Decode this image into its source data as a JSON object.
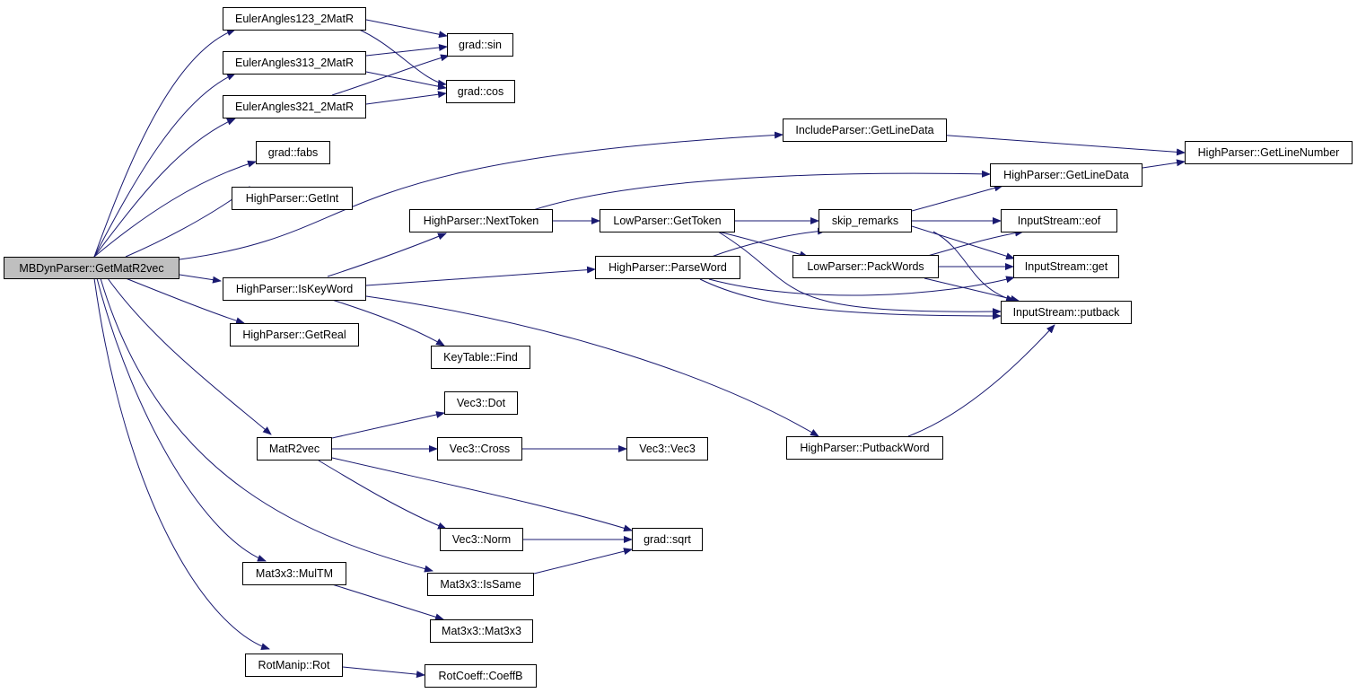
{
  "graph": {
    "type": "call-graph",
    "edge_color": "#191970",
    "root_fill": "#bfbfbf",
    "node_fill": "#ffffff",
    "nodes": {
      "root": "MBDynParser::GetMatR2vec",
      "ea123": "EulerAngles123_2MatR",
      "ea313": "EulerAngles313_2MatR",
      "ea321": "EulerAngles321_2MatR",
      "gsin": "grad::sin",
      "gcos": "grad::cos",
      "gfabs": "grad::fabs",
      "hpgetint": "HighParser::GetInt",
      "incgetline": "IncludeParser::GetLineData",
      "hpgetlinenum": "HighParser::GetLineNumber",
      "hpgetline": "HighParser::GetLineData",
      "hpnexttoken": "HighParser::NextToken",
      "lpgettoken": "LowParser::GetToken",
      "skip": "skip_remarks",
      "iseof": "InputStream::eof",
      "isget": "InputStream::get",
      "isputback": "InputStream::putback",
      "lppack": "LowParser::PackWords",
      "hpparseword": "HighParser::ParseWord",
      "hpiskey": "HighParser::IsKeyWord",
      "hpgetreal": "HighParser::GetReal",
      "ktfind": "KeyTable::Find",
      "matr2vec": "MatR2vec",
      "vdot": "Vec3::Dot",
      "vcross": "Vec3::Cross",
      "vvec3": "Vec3::Vec3",
      "hpputback": "HighParser::PutbackWord",
      "vnorm": "Vec3::Norm",
      "gsqrt": "grad::sqrt",
      "mmultm": "Mat3x3::MulTM",
      "missame": "Mat3x3::IsSame",
      "mmat3x3": "Mat3x3::Mat3x3",
      "rmrot": "RotManip::Rot",
      "rccoeff": "RotCoeff::CoeffB"
    }
  }
}
